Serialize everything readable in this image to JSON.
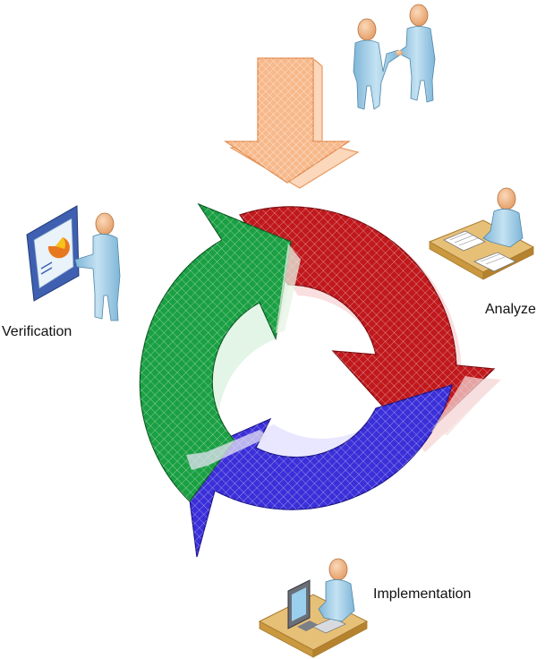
{
  "labels": {
    "verification": "Verification",
    "analyze": "Analyze",
    "implementation": "Implementation"
  },
  "colors": {
    "arrow_red": "#c0181c",
    "arrow_blue": "#3a2fd8",
    "arrow_green": "#1aa043",
    "input_arrow": "#f7b88a",
    "figure_body": "#a9d3ea",
    "figure_head": "#f2b483",
    "desk": "#e7c078"
  },
  "icons": {
    "input_arrow": "down-arrow-icon",
    "handshake": "handshake-people-icon",
    "analyze": "person-desk-documents-icon",
    "implementation": "person-computer-desk-icon",
    "verification": "person-presentation-board-icon"
  }
}
